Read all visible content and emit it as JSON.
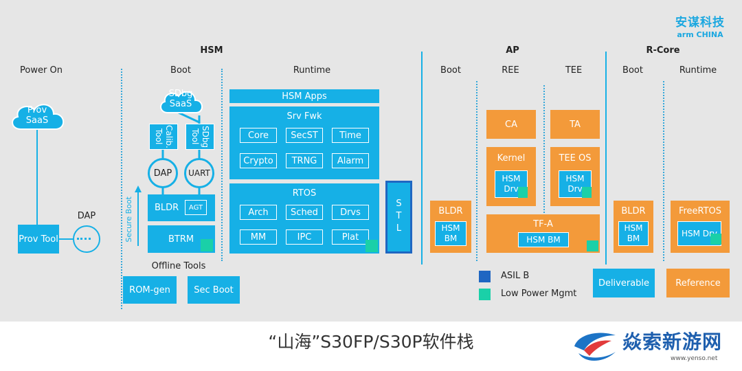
{
  "logo": {
    "line1": "安谋科技",
    "line2": "arm CHINA"
  },
  "headers": {
    "hsm": "HSM",
    "ap": "AP",
    "rcore": "R-Core"
  },
  "columns": {
    "power_on": "Power On",
    "hsm_boot": "Boot",
    "hsm_runtime": "Runtime",
    "ap_boot": "Boot",
    "ap_ree": "REE",
    "ap_tee": "TEE",
    "rcore_boot": "Boot",
    "rcore_runtime": "Runtime"
  },
  "power_on": {
    "cloud": "Prov SaaS",
    "prov_tool": "Prov Tool",
    "dap": "DAP"
  },
  "hsm_boot": {
    "cloud": "SDbg SaaS",
    "calib_tool": "Calib. Tool",
    "sdbg_tool": "SDbg Tool",
    "dap": "DAP",
    "uart": "UART",
    "bldr": "BLDR",
    "agt": "AGT",
    "btrm": "BTRM",
    "secure_boot": "Secure Boot",
    "offline_tools": "Offline Tools",
    "rom_gen": "ROM-gen",
    "sec_boot": "Sec Boot"
  },
  "hsm_runtime": {
    "apps": "HSM Apps",
    "srv_fwk": "Srv Fwk",
    "srv_items": [
      "Core",
      "SecST",
      "Time",
      "Crypto",
      "TRNG",
      "Alarm"
    ],
    "rtos": "RTOS",
    "rtos_items": [
      "Arch",
      "Sched",
      "Drvs",
      "MM",
      "IPC",
      "Plat"
    ],
    "stl": "STL"
  },
  "ap": {
    "bldr": "BLDR",
    "bldr_hsm": "HSM BM",
    "ca": "CA",
    "ta": "TA",
    "kernel": "Kernel",
    "kernel_hsm": "HSM Drv",
    "tee_os": "TEE OS",
    "tee_hsm": "HSM Drv",
    "tfa": "TF-A",
    "tfa_hsm": "HSM BM"
  },
  "rcore": {
    "bldr": "BLDR",
    "bldr_hsm": "HSM BM",
    "freertos": "FreeRTOS",
    "freertos_hsm": "HSM Drv"
  },
  "legend": {
    "asil": "ASIL B",
    "low_power": "Low Power Mgmt",
    "deliverable": "Deliverable",
    "reference": "Reference"
  },
  "title": "“山海”S30FP/S30P软件栈",
  "watermark": {
    "text": "焱索新游网",
    "url": "www.yenso.net"
  },
  "colors": {
    "blue": "#16b0e6",
    "orange": "#f39a3a",
    "navy": "#1f66c2",
    "teal": "#1ad0a8",
    "panel": "#e6e6e6"
  }
}
